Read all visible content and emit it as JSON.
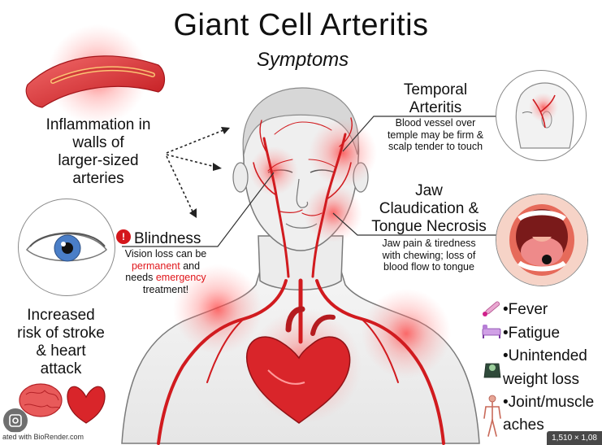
{
  "title": "Giant Cell Arteritis",
  "subtitle": "Symptoms",
  "inflammation": {
    "lines": [
      "Inflammation in",
      "walls of",
      "larger-sized",
      "arteries"
    ]
  },
  "temporal": {
    "title_lines": [
      "Temporal",
      "Arteritis"
    ],
    "desc_lines": [
      "Blood vessel over",
      "temple may be firm &",
      "scalp tender to touch"
    ]
  },
  "jaw": {
    "title_lines": [
      "Jaw",
      "Claudication &",
      "Tongue Necrosis"
    ],
    "desc_lines": [
      "Jaw pain & tiredness",
      "with chewing; loss of",
      "blood flow to tongue"
    ]
  },
  "blindness": {
    "title": "Blindness",
    "line1": "Vision loss can be",
    "word_permanent": "permanent",
    "word_and": "and",
    "word_needs": "needs",
    "word_emergency": "emergency",
    "line4": "treatment!"
  },
  "stroke": {
    "lines": [
      "Increased",
      "risk of stroke",
      "& heart",
      "attack"
    ]
  },
  "symptoms_list": [
    {
      "icon": "thermometer-icon",
      "label": "•Fever"
    },
    {
      "icon": "bed-icon",
      "label": "•Fatigue"
    },
    {
      "icon": "scale-icon",
      "label": "•Unintended"
    },
    {
      "icon": "",
      "label": "weight loss"
    },
    {
      "icon": "skeleton-icon",
      "label": "•Joint/muscle"
    },
    {
      "icon": "",
      "label": "aches"
    }
  ],
  "footer": {
    "credit": "ated with BioRender.com",
    "dimensions": "1,510 × 1,08"
  },
  "colors": {
    "accent_red": "#e0161b",
    "inflammation_glow": "#ff6b6b",
    "skin": "#f1f1f1",
    "outline": "#7a7a7a"
  }
}
